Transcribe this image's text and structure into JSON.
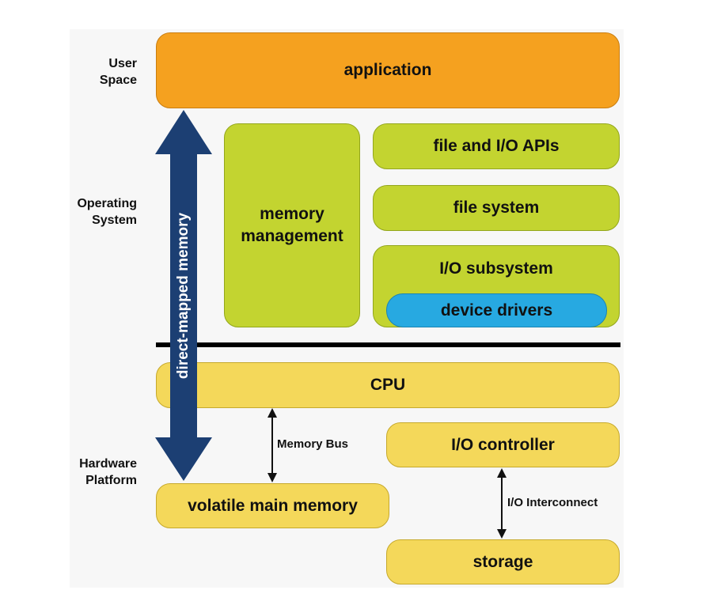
{
  "layers": {
    "user_space": [
      "User",
      "Space"
    ],
    "operating_system": [
      "Operating",
      "System"
    ],
    "hardware_platform": [
      "Hardware",
      "Platform"
    ]
  },
  "boxes": {
    "application": "application",
    "memory_management": [
      "memory",
      "management"
    ],
    "file_io_apis": "file and I/O APIs",
    "file_system": "file system",
    "io_subsystem": "I/O subsystem",
    "device_drivers": "device drivers",
    "cpu": "CPU",
    "io_controller": "I/O controller",
    "volatile_main_memory": "volatile main memory",
    "storage": "storage"
  },
  "connections": {
    "direct_mapped": "direct-mapped memory",
    "memory_bus": "Memory Bus",
    "io_interconnect": "I/O Interconnect"
  },
  "colors": {
    "user_space": "#f5a11f",
    "operating_system": "#c3d430",
    "driver": "#27a9e1",
    "hardware": "#f4d85a",
    "arrow": "#1c3f73"
  }
}
